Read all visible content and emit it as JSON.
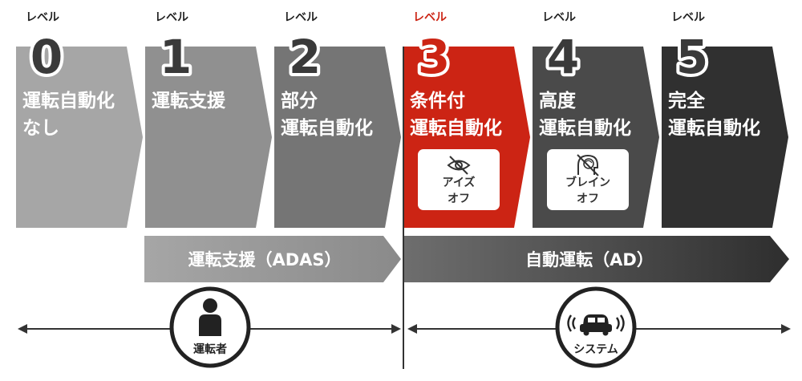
{
  "level_prefix": "レベル",
  "levels": [
    {
      "num": "0",
      "lines": [
        "運転自動化",
        "なし"
      ],
      "color": "#a6a6a6"
    },
    {
      "num": "1",
      "lines": [
        "運転支援"
      ],
      "color": "#909090"
    },
    {
      "num": "2",
      "lines": [
        "部分",
        "運転自動化"
      ],
      "color": "#757575"
    },
    {
      "num": "3",
      "lines": [
        "条件付",
        "運転自動化"
      ],
      "color": "#cc2414",
      "badge": [
        "アイズ",
        "オフ"
      ],
      "badge_icon": "eye-off-icon"
    },
    {
      "num": "4",
      "lines": [
        "高度",
        "運転自動化"
      ],
      "color": "#4a4a4a",
      "badge": [
        "ブレイン",
        "オフ"
      ],
      "badge_icon": "brain-off-icon"
    },
    {
      "num": "5",
      "lines": [
        "完全",
        "運転自動化"
      ],
      "color": "#303030"
    }
  ],
  "bands": [
    {
      "label": "運転支援（ADAS）",
      "color_light": "#a6a6a6",
      "color_dark": "#8a8a8a"
    },
    {
      "label": "自動運転（AD）",
      "color_light": "#6e6e6e",
      "color_dark": "#2e2e2e"
    }
  ],
  "axis": {
    "driver_label": "運転者",
    "driver_icon": "driver-icon",
    "system_label": "システム",
    "system_icon": "car-sensor-icon"
  }
}
